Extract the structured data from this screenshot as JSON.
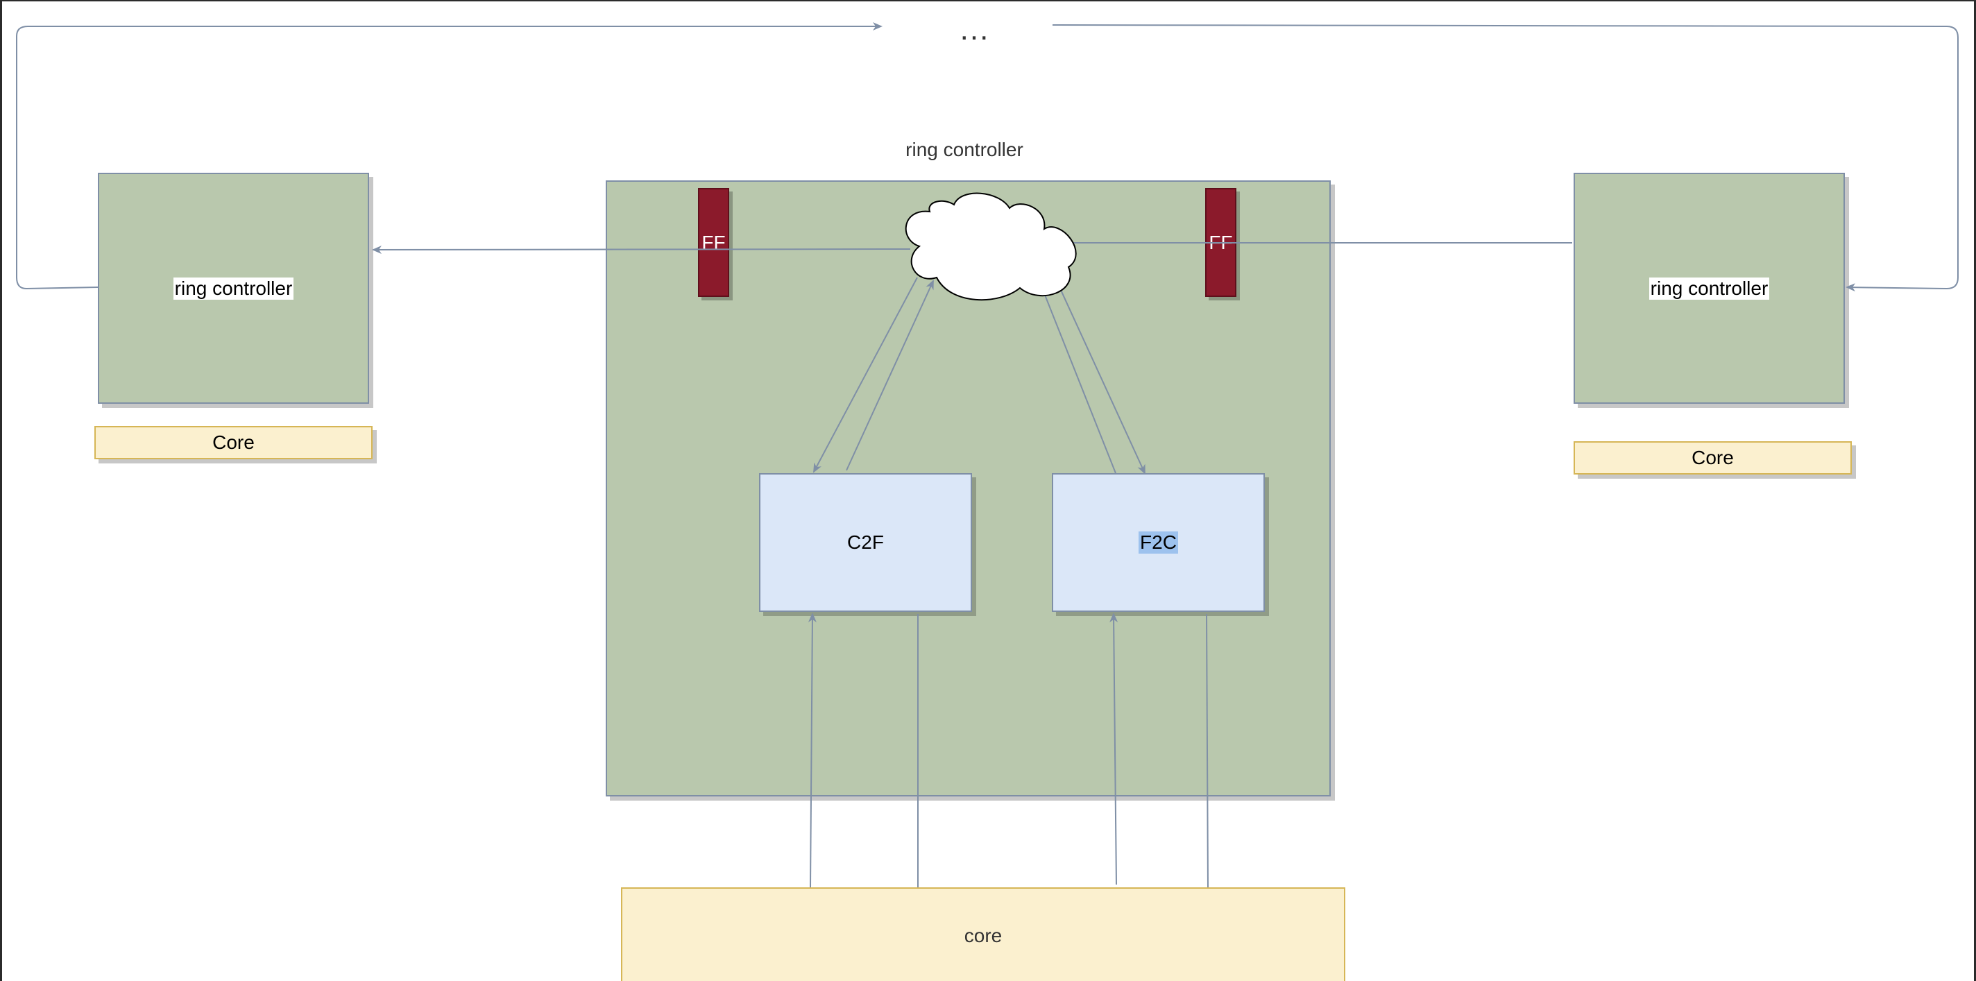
{
  "diagram": {
    "ellipsis": "...",
    "middle_title": "ring controller",
    "left_controller": {
      "label": "ring controller",
      "core_label": "Core"
    },
    "right_controller": {
      "label": "ring controller",
      "core_label": "Core"
    },
    "ff_left": "FF",
    "ff_right": "FF",
    "c2f_label": "C2F",
    "f2c_label": "F2C",
    "bottom_core_label": "core"
  },
  "colors": {
    "controller_fill": "#b9c8ad",
    "core_fill": "#fbf0cf",
    "converter_fill": "#dbe7f8",
    "ff_fill": "#8b1a2b",
    "edge_color": "#7f8fa6"
  }
}
